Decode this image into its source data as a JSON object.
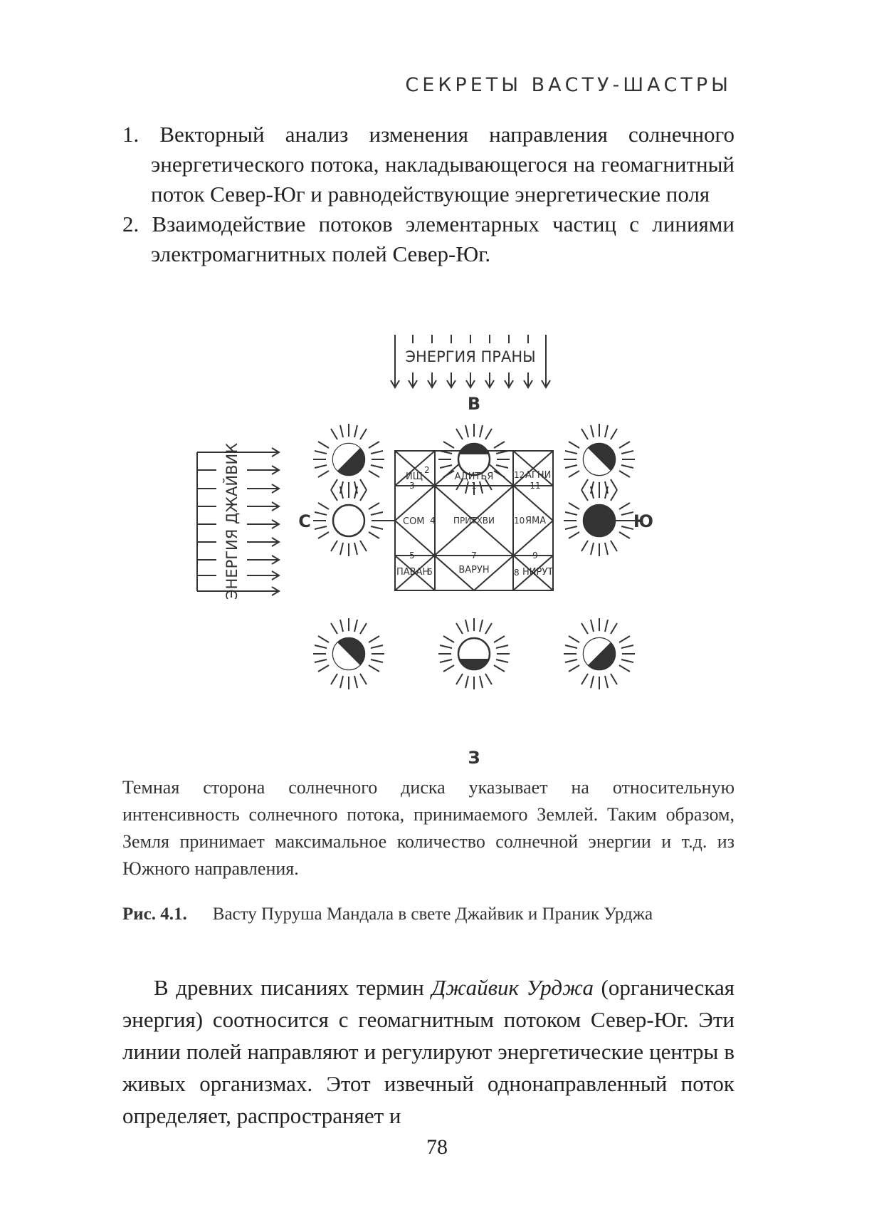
{
  "running_head": "СЕКРЕТЫ ВАСТУ-ШАСТРЫ",
  "list_items": [
    "1. Векторный анализ изменения направления солнечного энергетического потока, накладывающегося на геомагнитный поток Север-Юг и равнодействующие энергетические поля",
    "2. Взаимодействие потоков элементарных частиц с линиями электромагнитных полей Север-Юг."
  ],
  "figure": {
    "prana_label": "ЭНЕРГИЯ ПРАНЫ",
    "jaivik_label": "ЭНЕРГИЯ ДЖАЙВИК",
    "directions": {
      "east": "В",
      "west": "З",
      "north": "С",
      "south": "Ю"
    },
    "cells": {
      "ish": "ИЩ",
      "aditya": "АДИТЬЯ",
      "agni": "АГНИ",
      "som": "СОМ",
      "prithvi": "ПРИТХВИ",
      "yama": "ЯМА",
      "pavan": "ПАВАН",
      "varun": "ВАРУН",
      "nirut": "НИРУТ"
    },
    "numbers": [
      "1",
      "2",
      "3",
      "4",
      "5",
      "6",
      "7",
      "8",
      "9",
      "10",
      "11",
      "12"
    ]
  },
  "caption": "Темная сторона солнечного диска указывает на относительную интенсивность солнечного потока, принимаемого Землей. Таким образом, Земля принимает максимальное количество солнечной энергии и т.д. из Южного направления.",
  "fig_title": {
    "number": "Рис. 4.1.",
    "text": "Васту Пуруша Мандала в свете Джайвик и Праник Урджа"
  },
  "body": {
    "before_term": "В древних писаниях термин ",
    "term": "Джайвик Урджа",
    "after_term": " (органическая энергия) соотносится с геомагнитным потоком Север-Юг. Эти линии полей направляют и регулируют энергетические центры в живых организмах. Этот извечный однонаправленный поток определяет, распространяет и"
  },
  "page_number": "78"
}
